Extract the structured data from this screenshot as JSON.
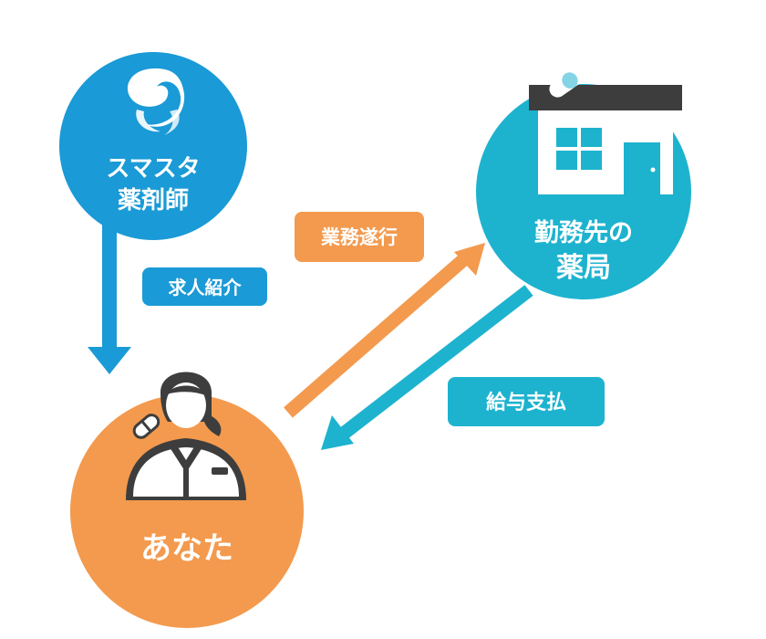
{
  "nodes": {
    "agency": {
      "line1": "スマスタ",
      "line2": "薬剤師",
      "color": "#1a9ad6"
    },
    "pharmacy": {
      "line1": "勤務先の",
      "line2": "薬局",
      "color": "#1db3cf"
    },
    "you": {
      "label": "あなた",
      "color": "#f39a4e"
    }
  },
  "edges": {
    "job_referral": {
      "label": "求人紹介",
      "color": "#1a9ad6"
    },
    "work_performance": {
      "label": "業務遂行",
      "color": "#f39a4e"
    },
    "salary_payment": {
      "label": "給与支払",
      "color": "#1db3cf"
    }
  },
  "icons": {
    "agency": "swirl-logo-icon",
    "pharmacy": "pharmacy-building-icon",
    "you": "pharmacist-icon"
  }
}
